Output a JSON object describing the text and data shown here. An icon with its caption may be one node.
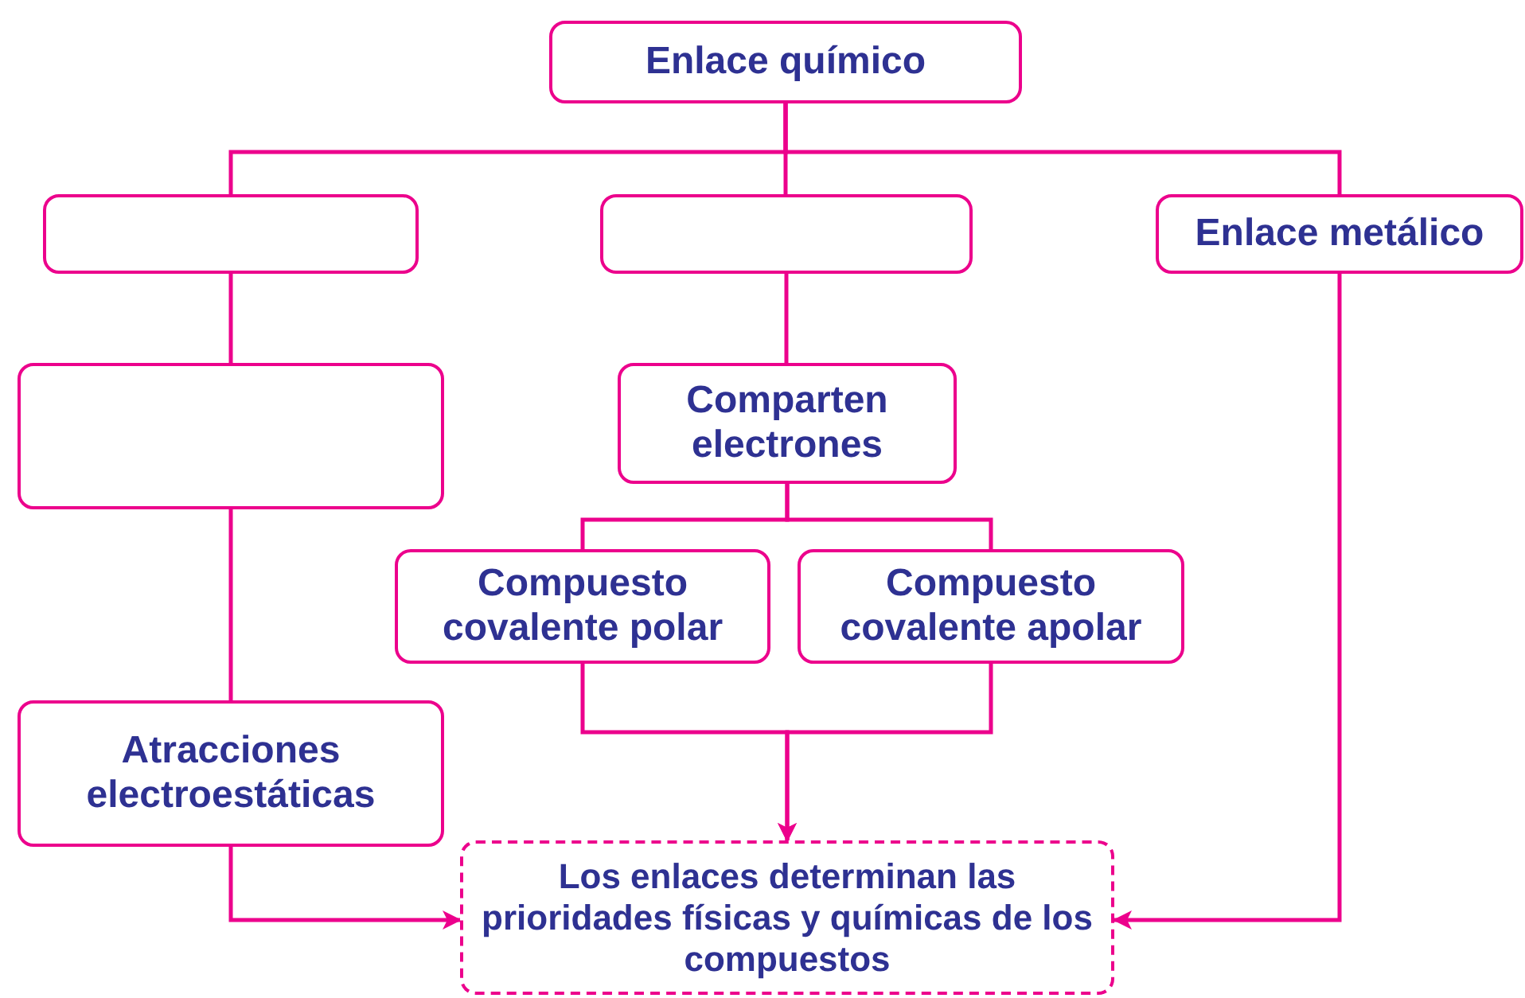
{
  "diagram": {
    "nodes": [
      {
        "text": [
          "Enlace químico"
        ]
      },
      {
        "text": [],
        "shape": "box"
      },
      {
        "text": [],
        "shape": "box"
      },
      {
        "text": [
          "Enlace metálico"
        ]
      },
      {
        "text": [],
        "shape": "box"
      },
      {
        "text": [
          "Comparten electrones"
        ]
      },
      {
        "text": [
          "Compuesto covalente polar"
        ]
      },
      {
        "text": [
          "Compuesto covalente apolar"
        ]
      },
      {
        "text": [
          "Atracciones electroestáticas"
        ]
      },
      {
        "text": [
          "Los enlaces determinan las prioridades físicas y químicas de los compuestos"
        ]
      }
    ],
    "edges": [
      {
        "from": 0,
        "to": 1,
        "arrow": "none"
      },
      {
        "from": 0,
        "to": 2,
        "arrow": "none"
      },
      {
        "from": 0,
        "to": 3,
        "arrow": "none"
      },
      {
        "from": 1,
        "to": 4,
        "arrow": "none"
      },
      {
        "from": 4,
        "to": 8,
        "arrow": "none"
      },
      {
        "from": 2,
        "to": 5,
        "arrow": "none"
      },
      {
        "from": 5,
        "to": 6,
        "arrow": "none"
      },
      {
        "from": 5,
        "to": 7,
        "arrow": "none"
      },
      {
        "from": 6,
        "to": 9,
        "arrow": "to"
      },
      {
        "from": 7,
        "to": 9,
        "arrow": "to"
      },
      {
        "from": 8,
        "to": 9,
        "arrow": "to"
      },
      {
        "from": 3,
        "to": 9,
        "arrow": "to"
      }
    ]
  }
}
